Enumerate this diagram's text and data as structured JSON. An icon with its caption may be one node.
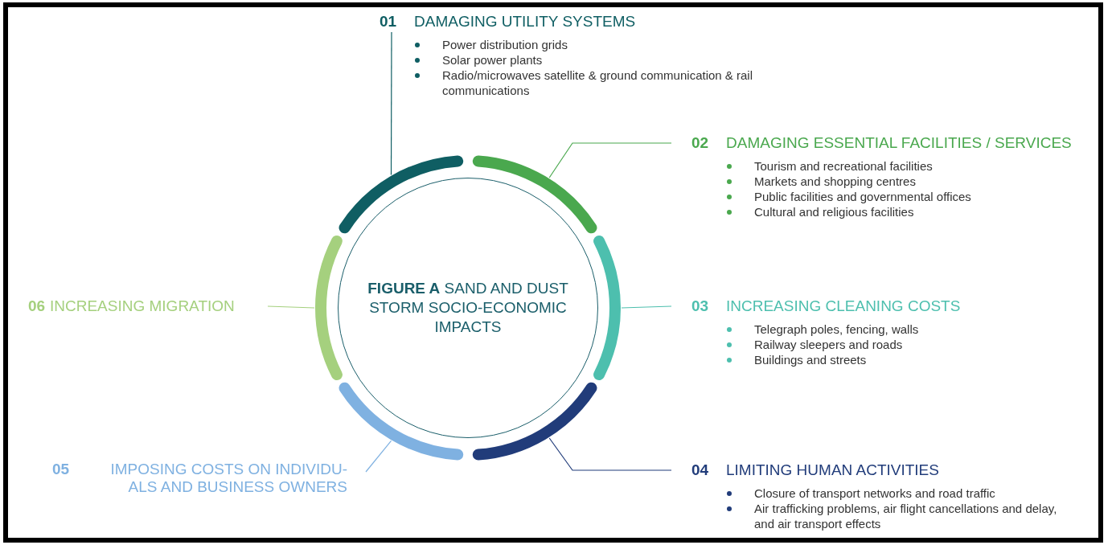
{
  "diagram": {
    "nodes": [
      {
        "text": [
          "**FIGURE A** SAND AND DUST STORM SOCIO-ECONOMIC IMPACTS"
        ]
      },
      {
        "text": [],
        "shape": "arc"
      },
      {
        "text": [],
        "shape": "arc"
      },
      {
        "text": [],
        "shape": "arc"
      },
      {
        "text": [],
        "shape": "arc"
      },
      {
        "text": [],
        "shape": "arc"
      },
      {
        "text": [],
        "shape": "arc"
      },
      {
        "text": [
          "01",
          "DAMAGING UTILITY SYSTEMS",
          "Power distribution grids",
          "Solar power plants",
          "Radio/microwaves satellite & ground communication & rail communications"
        ]
      },
      {
        "text": [
          "02",
          "DAMAGING ESSENTIAL FACILITIES / SERVICES",
          "Tourism and recreational facilities",
          "Markets and shopping centres",
          "Public facilities and governmental offices",
          "Cultural and religious facilities"
        ]
      },
      {
        "text": [
          "03",
          "INCREASING CLEANING COSTS",
          "Telegraph poles, fencing, walls",
          "Railway sleepers and roads",
          "Buildings and streets"
        ]
      },
      {
        "text": [
          "04",
          "LIMITING HUMAN ACTIVITIES",
          "Closure of transport networks and road traffic",
          "Air trafficking problems, air flight cancellations and delay, and air transport effects"
        ]
      },
      {
        "text": [
          "05",
          "IMPOSING COSTS ON INDIVIDU- ALS AND BUSINESS OWNERS"
        ]
      },
      {
        "text": [
          "06",
          "INCREASING MIGRATION"
        ]
      }
    ],
    "edges": [
      {
        "from": 7,
        "to": 1,
        "arrow": "none",
        "color": "#0f5e63"
      },
      {
        "from": 8,
        "to": 2,
        "arrow": "none",
        "color": "#4aa84e"
      },
      {
        "from": 9,
        "to": 3,
        "arrow": "none",
        "color": "#4dbfae"
      },
      {
        "from": 10,
        "to": 4,
        "arrow": "none",
        "color": "#213c7a"
      },
      {
        "from": 11,
        "to": 5,
        "arrow": "none",
        "color": "#7fb1e1"
      },
      {
        "from": 12,
        "to": 6,
        "arrow": "none",
        "color": "#a5d07e"
      }
    ]
  }
}
